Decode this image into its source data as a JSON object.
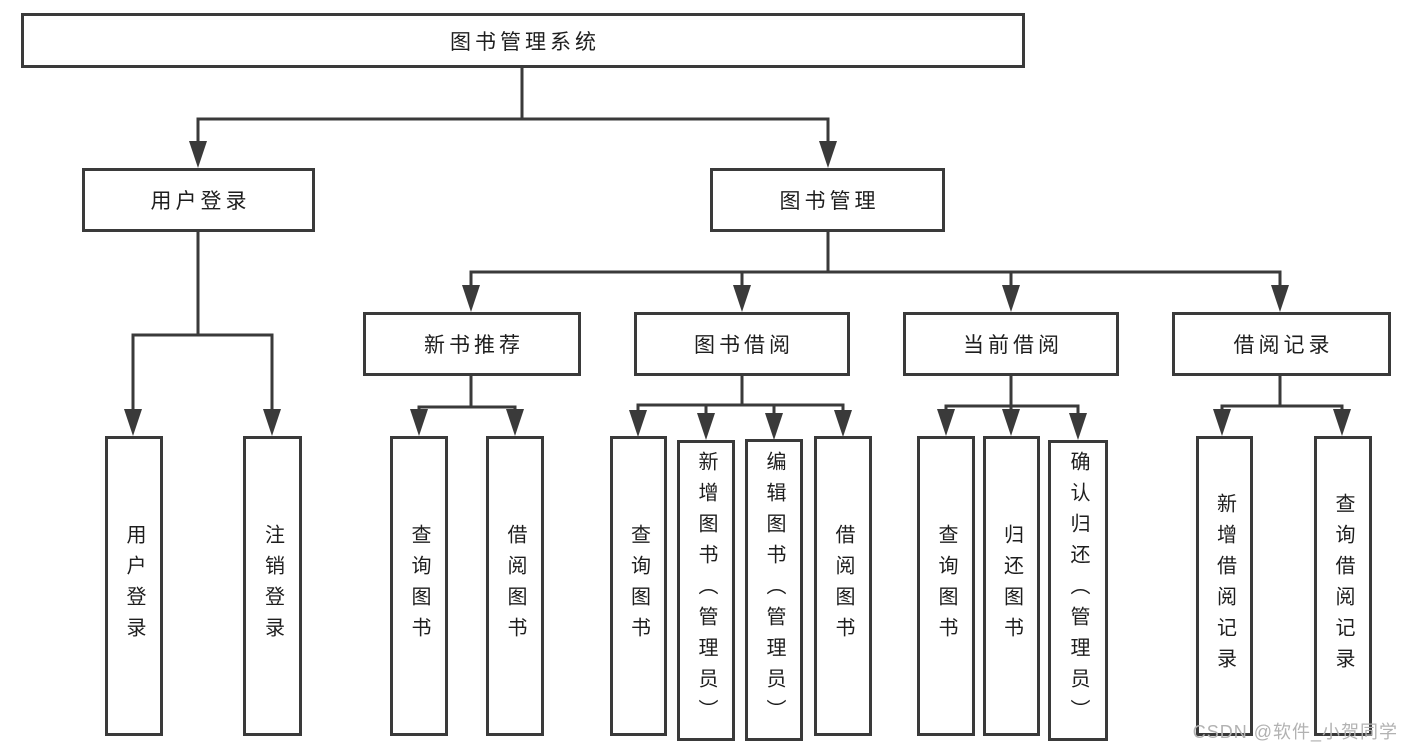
{
  "colors": {
    "line": "#3a3a3a",
    "text": "#1e1e1e",
    "watermark": "#b2b2b2",
    "background": "#ffffff"
  },
  "watermark": "CSDN @软件_小贺同学",
  "diagram": {
    "type": "tree",
    "root": {
      "label": "图书管理系统"
    },
    "branches": [
      {
        "label": "用户登录",
        "children": [
          {
            "label": "用户登录"
          },
          {
            "label": "注销登录"
          }
        ]
      },
      {
        "label": "图书管理",
        "children": [
          {
            "label": "新书推荐",
            "children": [
              {
                "label": "查询图书"
              },
              {
                "label": "借阅图书"
              }
            ]
          },
          {
            "label": "图书借阅",
            "children": [
              {
                "label": "查询图书"
              },
              {
                "label": "新增图书（管理员）"
              },
              {
                "label": "编辑图书（管理员）"
              },
              {
                "label": "借阅图书"
              }
            ]
          },
          {
            "label": "当前借阅",
            "children": [
              {
                "label": "查询图书"
              },
              {
                "label": "归还图书"
              },
              {
                "label": "确认归还（管理员）"
              }
            ]
          },
          {
            "label": "借阅记录",
            "children": [
              {
                "label": "新增借阅记录"
              },
              {
                "label": "查询借阅记录"
              }
            ]
          }
        ]
      }
    ]
  }
}
